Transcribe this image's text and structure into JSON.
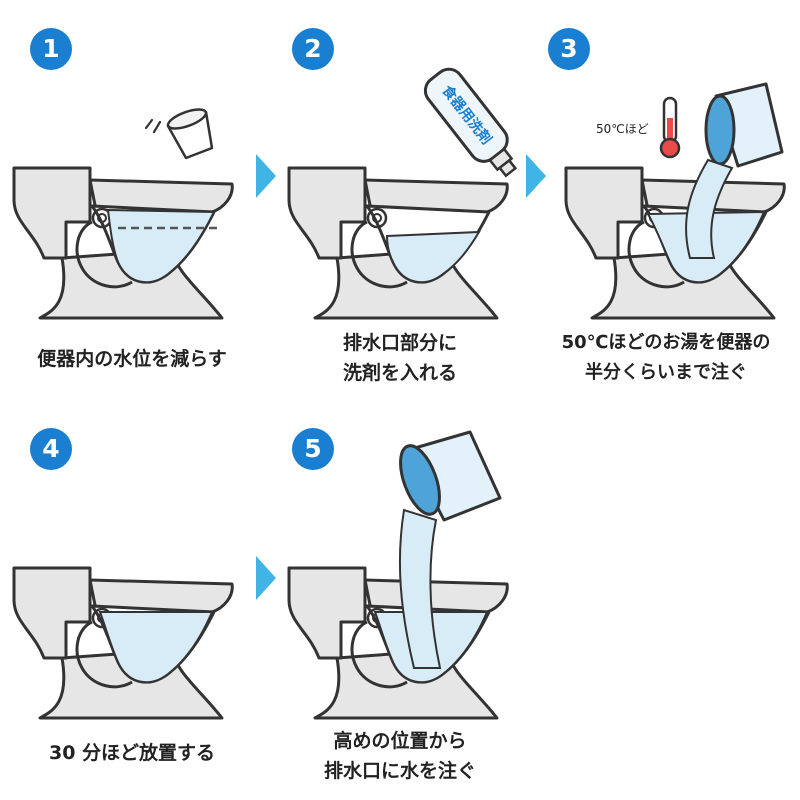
{
  "colors": {
    "badge": "#1a7fd1",
    "arrow": "#41b4e6",
    "water": "#d8ecf8",
    "porcelain": "#e6e6e6",
    "outline": "#333333",
    "thermometer": "#e94b4b"
  },
  "steps": [
    {
      "number": "1",
      "caption": "便器内の水位を減らす",
      "icon": "toilet-bailing-cup-icon"
    },
    {
      "number": "2",
      "caption": "排水口部分に\n洗剤を入れる",
      "icon": "detergent-bottle-icon",
      "bottle_label": "食器用洗剤"
    },
    {
      "number": "3",
      "caption": "50℃ほどのお湯を便器の\n半分くらいまで注ぐ",
      "icon": "hot-water-bucket-icon",
      "temperature": "50℃ほど"
    },
    {
      "number": "4",
      "caption": "30 分ほど放置する",
      "icon": "toilet-wait-icon"
    },
    {
      "number": "5",
      "caption": "高めの位置から\n排水口に水を注ぐ",
      "icon": "pour-water-bucket-icon"
    }
  ]
}
